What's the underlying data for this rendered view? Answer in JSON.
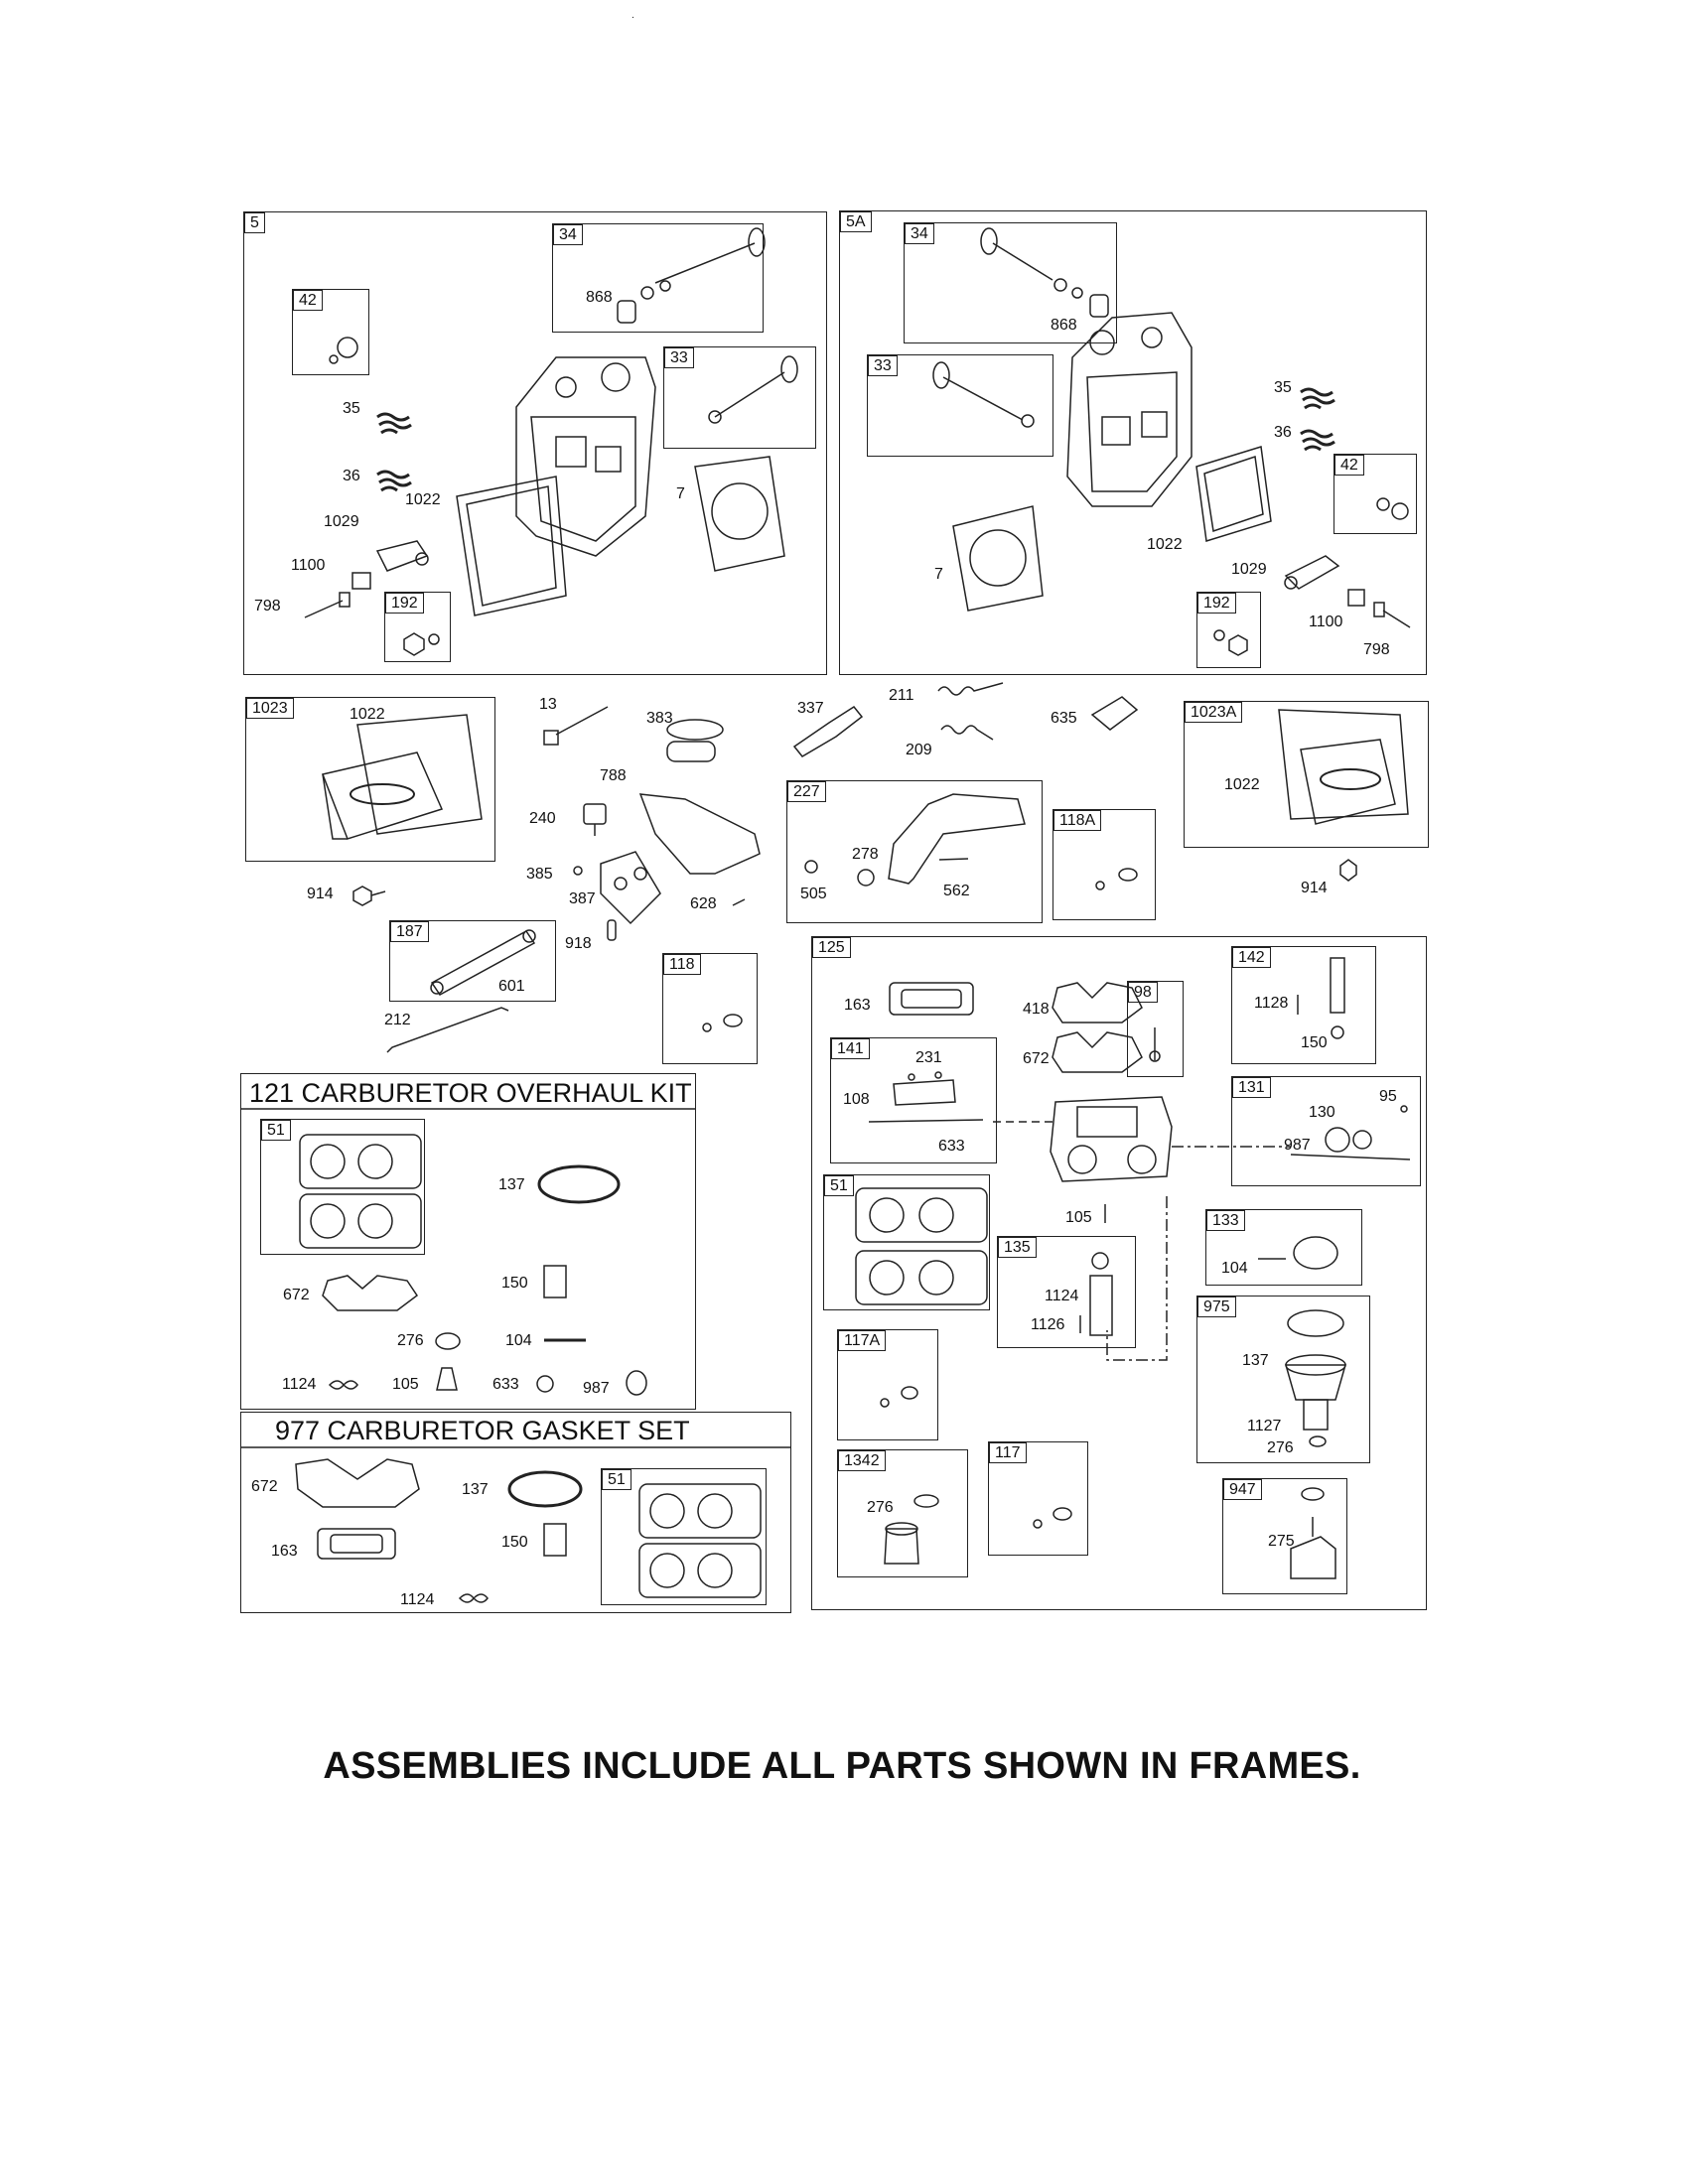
{
  "footer": "ASSEMBLIES INCLUDE ALL PARTS SHOWN IN FRAMES.",
  "frames": {
    "f5": "5",
    "f5a": "5A",
    "f34": "34",
    "f33": "33",
    "f42": "42",
    "f192": "192",
    "f34b": "34",
    "f33b": "33",
    "f42b": "42",
    "f192b": "192",
    "f1023": "1023",
    "f1023a": "1023A",
    "f227": "227",
    "f118a": "118A",
    "f187": "187",
    "f118": "118",
    "f125": "125",
    "f142": "142",
    "f98": "98",
    "f141": "141",
    "f131": "131",
    "f51a": "51",
    "f51b": "51",
    "f51c": "51",
    "f133": "133",
    "f135": "135",
    "f117a": "117A",
    "f975": "975",
    "f1342": "1342",
    "f117": "117",
    "f947": "947"
  },
  "kits": {
    "overhaul": "121 CARBURETOR OVERHAUL KIT",
    "gasket": "977 CARBURETOR GASKET SET"
  },
  "labels": [
    "868",
    "35",
    "36",
    "1022",
    "1029",
    "1100",
    "798",
    "7",
    "868",
    "35",
    "36",
    "1022",
    "1029",
    "1100",
    "798",
    "7",
    "1022",
    "914",
    "13",
    "383",
    "240",
    "385",
    "387",
    "788",
    "628",
    "918",
    "337",
    "211",
    "209",
    "278",
    "505",
    "562",
    "635",
    "1022",
    "914",
    "601",
    "212",
    "163",
    "418",
    "672",
    "1128",
    "150",
    "231",
    "108",
    "633",
    "130",
    "95",
    "987",
    "105",
    "104",
    "1124",
    "1126",
    "137",
    "1127",
    "276",
    "276",
    "275",
    "137",
    "672",
    "150",
    "276",
    "104",
    "1124",
    "105",
    "633",
    "987",
    "672",
    "137",
    "163",
    "150",
    "1124"
  ]
}
